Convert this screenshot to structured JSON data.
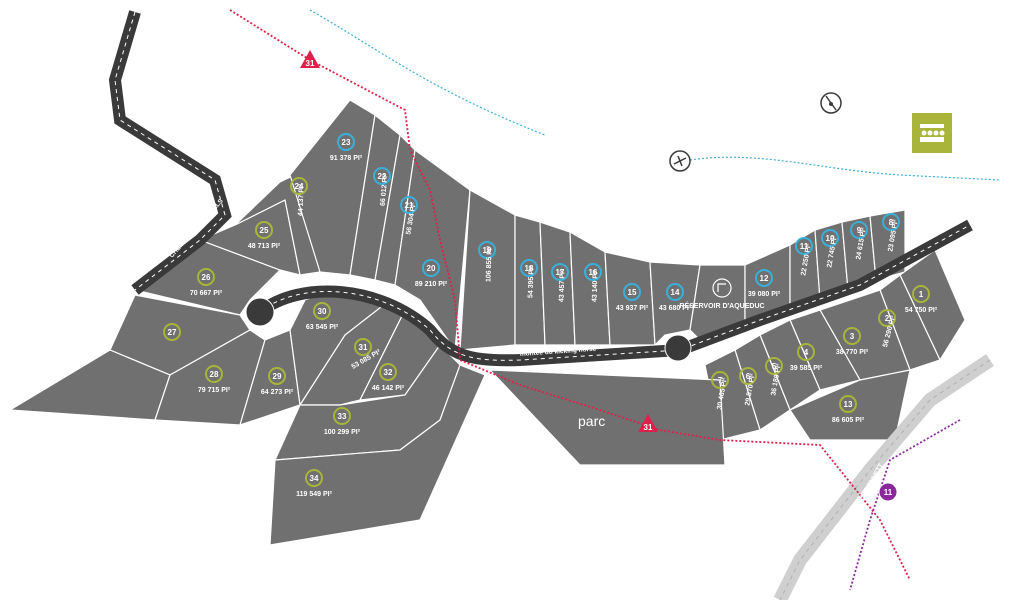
{
  "roads": {
    "chemin": "CHEMIN DE BLUE HILLS",
    "montee": "montée du kicking horse",
    "bennett": "RUE BENNETT"
  },
  "park_label": "parc",
  "reservoir_label": "RÉSERVOIR D'AQUEDUC",
  "trail_markers": [
    "31",
    "31"
  ],
  "bus_marker": "11",
  "colors": {
    "lot": "#707070",
    "road": "#3a3a3a",
    "ring_available": "#a8b43a",
    "ring_blue": "#3ab0d8",
    "trail_red": "#e0204a",
    "trail_blue": "#3ab0d8",
    "bus_purple": "#8a2a9a",
    "lodge_green": "#a8b43a"
  },
  "lots": [
    {
      "n": "1",
      "area": "54 750 PI²",
      "ring": "green"
    },
    {
      "n": "2",
      "area": "56 290 PI²",
      "ring": "green"
    },
    {
      "n": "3",
      "area": "38 770 PI²",
      "ring": "green"
    },
    {
      "n": "4",
      "area": "39 585 PI²",
      "ring": "green"
    },
    {
      "n": "5",
      "area": "36 180 PI²",
      "ring": "green"
    },
    {
      "n": "6",
      "area": "29 870 PI²",
      "ring": "green"
    },
    {
      "n": "7",
      "area": "30 465 PI²",
      "ring": "green"
    },
    {
      "n": "8",
      "area": "23 095 PI²",
      "ring": "blue"
    },
    {
      "n": "9",
      "area": "24 615 PI²",
      "ring": "blue"
    },
    {
      "n": "10",
      "area": "22 745 PI²",
      "ring": "blue"
    },
    {
      "n": "11",
      "area": "22 250 PI²",
      "ring": "blue"
    },
    {
      "n": "12",
      "area": "39 080 PI²",
      "ring": "blue"
    },
    {
      "n": "13",
      "area": "86 605 PI²",
      "ring": "green"
    },
    {
      "n": "14",
      "area": "43 680 PI²",
      "ring": "blue"
    },
    {
      "n": "15",
      "area": "43 937 PI²",
      "ring": "blue"
    },
    {
      "n": "16",
      "area": "43 140 PI²",
      "ring": "blue"
    },
    {
      "n": "17",
      "area": "43 457 PI²",
      "ring": "blue"
    },
    {
      "n": "18",
      "area": "54 395 PI²",
      "ring": "blue"
    },
    {
      "n": "19",
      "area": "106 855 PI²",
      "ring": "blue"
    },
    {
      "n": "20",
      "area": "89 210 PI²",
      "ring": "blue"
    },
    {
      "n": "21",
      "area": "56 304 PI²",
      "ring": "blue"
    },
    {
      "n": "22",
      "area": "66 012 PI²",
      "ring": "blue"
    },
    {
      "n": "23",
      "area": "91 378 PI²",
      "ring": "blue"
    },
    {
      "n": "24",
      "area": "44 137 PI²",
      "ring": "green"
    },
    {
      "n": "25",
      "area": "48 713 PI²",
      "ring": "green"
    },
    {
      "n": "26",
      "area": "70 667 PI²",
      "ring": "green"
    },
    {
      "n": "27",
      "area": "",
      "ring": "green"
    },
    {
      "n": "28",
      "area": "79 715 PI²",
      "ring": "green"
    },
    {
      "n": "29",
      "area": "64 273 PI²",
      "ring": "green"
    },
    {
      "n": "30",
      "area": "63 545 PI²",
      "ring": "green"
    },
    {
      "n": "31",
      "area": "53 085 PI²",
      "ring": "green"
    },
    {
      "n": "32",
      "area": "46 142 PI²",
      "ring": "green"
    },
    {
      "n": "33",
      "area": "100 299 PI²",
      "ring": "green"
    },
    {
      "n": "34",
      "area": "119 549 PI²",
      "ring": "green"
    }
  ],
  "icons": [
    "lodge-icon",
    "ski-lift-icon",
    "skier-icon",
    "water-reservoir-icon"
  ]
}
